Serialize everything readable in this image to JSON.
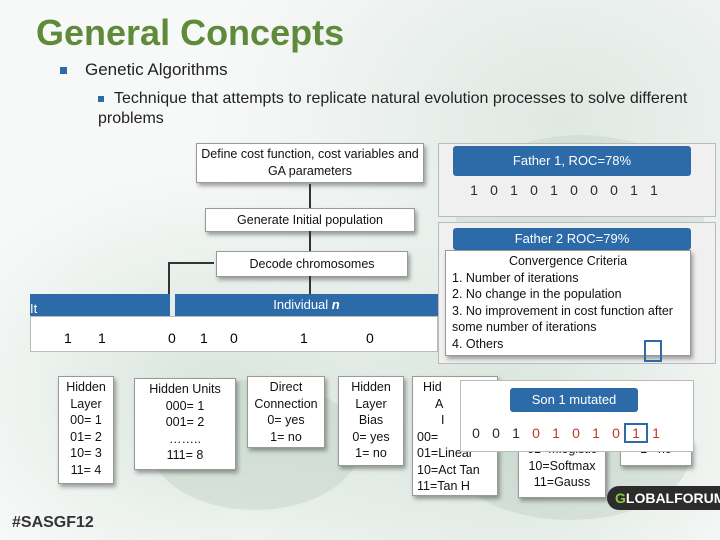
{
  "title": "General Concepts",
  "bullet1": "Genetic Algorithms",
  "bullet2": "Technique that attempts to replicate natural evolution processes to solve different problems",
  "flow": {
    "define": "Define cost function, cost variables and GA  parameters",
    "generate": "Generate Initial population",
    "decode": "Decode chromosomes"
  },
  "father1": {
    "label": "Father 1, ROC=78%",
    "bits": [
      "1",
      "0",
      "1",
      "0",
      "1",
      "0",
      "0",
      "0",
      "1",
      "1"
    ]
  },
  "father2": {
    "label": "Father 2 ROC=79%"
  },
  "convergence": {
    "title": "Convergence Criteria",
    "items": [
      "1. Number of iterations",
      "2. No change in the population",
      "3. No improvement in cost function after some number of iterations",
      "4. Others"
    ]
  },
  "individual": {
    "left_label": "It",
    "label": "Individual",
    "n": "n"
  },
  "chrom_bits": [
    "1",
    "1",
    "0",
    "1",
    "0",
    "1",
    "0"
  ],
  "legends": {
    "hidden_layer": [
      "Hidden",
      "Layer",
      "00= 1",
      "01= 2",
      "10= 3",
      "11= 4"
    ],
    "hidden_units": [
      "Hidden Units",
      "000= 1",
      "001= 2",
      "……..",
      "111= 8"
    ],
    "direct": [
      "Direct",
      "Connection",
      "0= yes",
      "1= no"
    ],
    "bias": [
      "Hidden",
      "Layer",
      "Bias",
      "0= yes",
      "1= no"
    ],
    "partial_left": [
      "Hid",
      "A",
      "I",
      "00=",
      "01=Linear",
      "10=Act Tan",
      "11=Tan H"
    ],
    "partial_right": [
      "01=Mlogistic",
      "10=Softmax",
      "11=Gauss"
    ],
    "partial_far": [
      "1= no"
    ]
  },
  "son1": {
    "label": "Son 1 mutated",
    "bits": [
      "0",
      "0",
      "1",
      "0",
      "1",
      "0",
      "1",
      "0",
      "1",
      "1"
    ],
    "mutated_index": 8
  },
  "footer": {
    "hashtag": "#SASGF12",
    "logo_g": "G",
    "logo_rest": "LOBALFORUM"
  },
  "colors": {
    "title": "#5f8a3a",
    "blue": "#2d6ba8",
    "bullet": "#2e6aa6"
  }
}
